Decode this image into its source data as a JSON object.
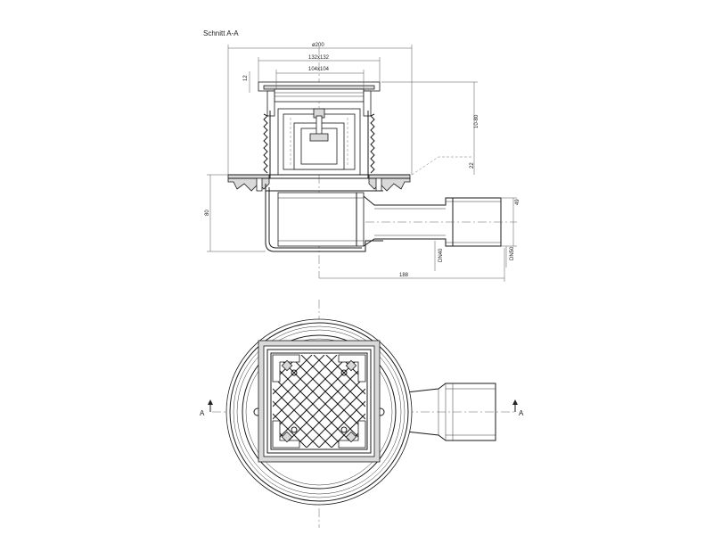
{
  "section_title": "Schnitt A-A",
  "dimensions": {
    "outer_diameter": "ø200",
    "frame_size": "132x132",
    "grate_size": "104x104",
    "grate_thickness": "12",
    "height_adjust": "10-80",
    "flange_offset": "22",
    "body_height": "80",
    "outlet_height": "49",
    "outlet_length": "188",
    "dn_inner": "DN40",
    "dn_outer": "DN50"
  },
  "section_markers": {
    "left": "A",
    "right": "A"
  }
}
